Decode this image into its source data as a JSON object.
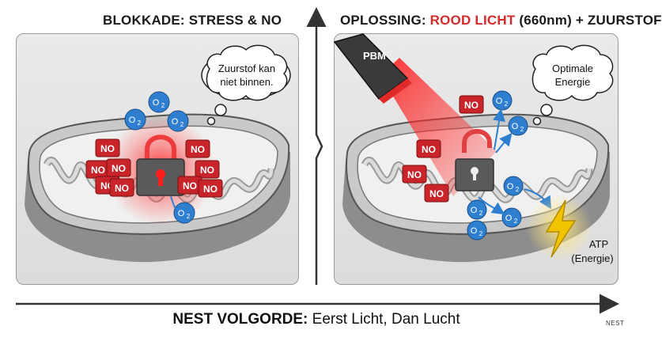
{
  "left": {
    "title": "BLOKKADE: STRESS & NO",
    "bubble_line1": "Zuurstof kan",
    "bubble_line2": "niet binnen.",
    "no_label": "NO",
    "o2_label": "O",
    "o2_sub": "2"
  },
  "right": {
    "title_prefix": "OPLOSSING: ",
    "title_highlight": "ROOD LICHT",
    "title_suffix": " (660nm) + ZUURSTOF",
    "device_label": "PBM",
    "bubble_line1": "Optimale",
    "bubble_line2": "Energie",
    "atp_line1": "ATP",
    "atp_line2": "(Energie)",
    "no_label": "NO",
    "o2_label": "O",
    "o2_sub": "2"
  },
  "bottom": {
    "prefix": "NEST VOLGORDE: ",
    "text": "Eerst Licht, Dan Lucht"
  },
  "logo": "NEST",
  "colors": {
    "no_red": "#c8242a",
    "o2_blue": "#2f7fd0",
    "light_red": "#e02a2a",
    "lightning": "#f2c300"
  }
}
